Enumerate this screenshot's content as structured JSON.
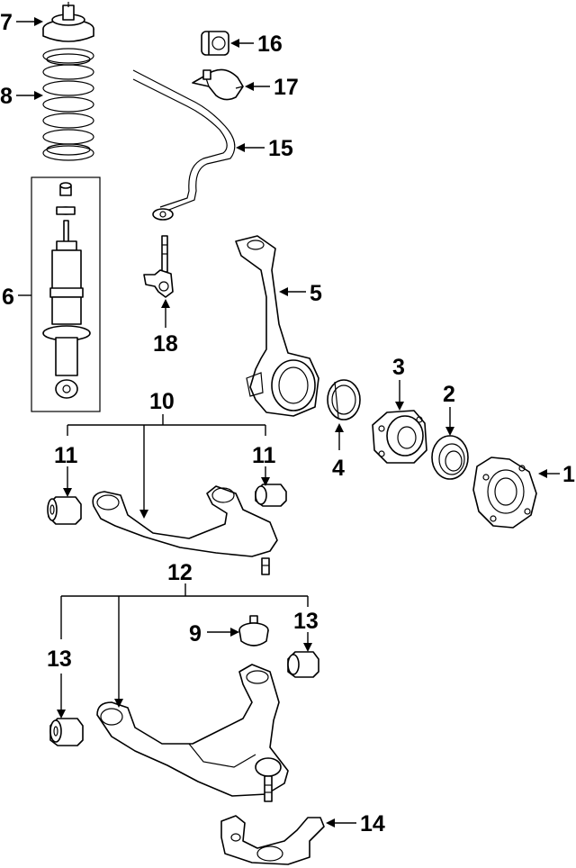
{
  "callouts": {
    "c1": "1",
    "c2": "2",
    "c3": "3",
    "c4": "4",
    "c5": "5",
    "c6": "6",
    "c7": "7",
    "c8": "8",
    "c9": "9",
    "c10": "10",
    "c11a": "11",
    "c11b": "11",
    "c12": "12",
    "c13a": "13",
    "c13b": "13",
    "c14": "14",
    "c15": "15",
    "c16": "16",
    "c17": "17",
    "c18": "18"
  }
}
